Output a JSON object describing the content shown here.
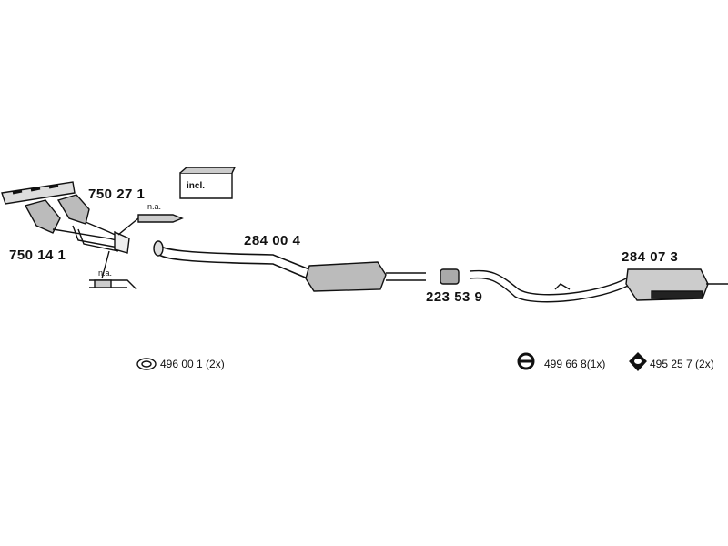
{
  "parts": [
    {
      "id": "manifold",
      "number": "750 27 1"
    },
    {
      "id": "front-pipe",
      "number": "750 14 1"
    },
    {
      "id": "center-catalyst",
      "number": "284 00 4"
    },
    {
      "id": "clamp",
      "number": "223 53 9"
    },
    {
      "id": "rear-muffler",
      "number": "284 07 3"
    }
  ],
  "labels": {
    "incl": "incl.",
    "na_upper": "n.a.",
    "na_lower": "n.a."
  },
  "legend": [
    {
      "icon": "gasket-ring-icon",
      "text": "496 00 1 (2x)"
    },
    {
      "icon": "rubber-ring-icon",
      "text": "499 66 8(1x)"
    },
    {
      "icon": "rubber-mount-icon",
      "text": "495 25 7 (2x)"
    }
  ]
}
